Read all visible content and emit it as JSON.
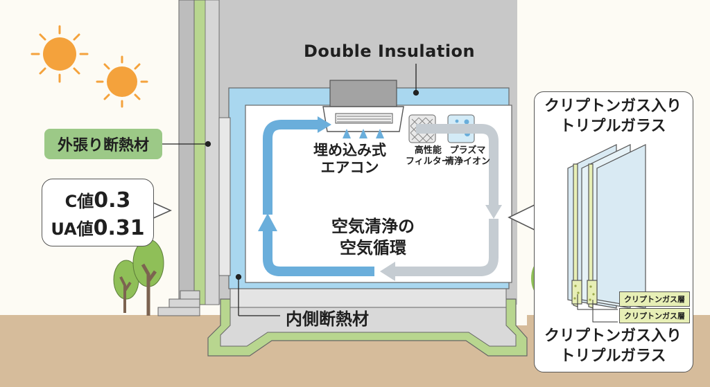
{
  "labels": {
    "title": "Double Insulation",
    "exterior_insulation": "外張り断熱材",
    "c_value_label": "C値",
    "c_value": "0.3",
    "ua_value_label": "UA値",
    "ua_value": "0.31",
    "aircon_line1": "埋め込み式",
    "aircon_line2": "エアコン",
    "filter_line1": "高性能",
    "filter_line2": "フィルター",
    "plasma_line1": "プラズマ",
    "plasma_line2": "清浄イオン",
    "flow_line1": "空気清浄の",
    "flow_line2": "空気循環",
    "inner_insulation": "内側断熱材",
    "glass_line1": "クリプトンガス入り",
    "glass_line2": "トリプルガラス",
    "gas_layer": "クリプトンガス層"
  },
  "colors": {
    "sky": "#fdfbf4",
    "ground": "#d6bc9b",
    "concrete": "#d9d9d9",
    "wall_gray": "#c8c8c8",
    "outer_insulation": "#b8d68f",
    "inner_insulation": "#a9d7ef",
    "airflow_blue": "#6aaedb",
    "airflow_gray": "#c5ccd2",
    "sun": "#f4a23c",
    "tree": "#8fbf58",
    "trunk": "#7c6350",
    "glass": "#d9eaf3"
  },
  "icons": [
    "sun-icon",
    "tree-icon",
    "aircon-icon",
    "filter-icon",
    "plasma-icon",
    "arrow-icon",
    "glass-icon"
  ]
}
